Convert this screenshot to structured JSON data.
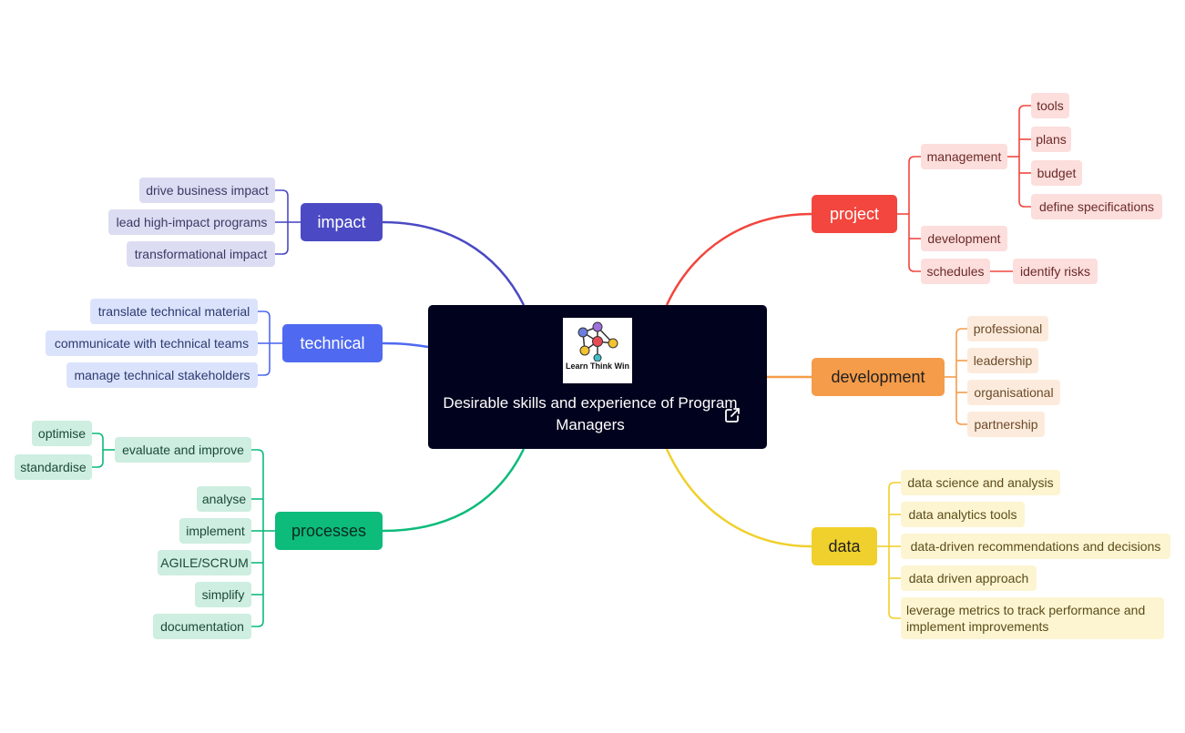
{
  "central": {
    "title": "Desirable skills and experience of Program Managers",
    "logo_text": "Learn Think Win"
  },
  "branches": {
    "impact": {
      "label": "impact",
      "color": "#4b4ac4",
      "children": [
        {
          "label": "drive business impact"
        },
        {
          "label": "lead high-impact programs"
        },
        {
          "label": "transformational impact"
        }
      ]
    },
    "technical": {
      "label": "technical",
      "color": "#4f6af0",
      "children": [
        {
          "label": "translate technical material"
        },
        {
          "label": "communicate with technical teams"
        },
        {
          "label": "manage technical stakeholders"
        }
      ]
    },
    "processes": {
      "label": "processes",
      "color": "#0dbb7b",
      "children": [
        {
          "label": "evaluate and improve",
          "children": [
            {
              "label": "optimise"
            },
            {
              "label": "standardise"
            }
          ]
        },
        {
          "label": "analyse"
        },
        {
          "label": "implement"
        },
        {
          "label": "AGILE/SCRUM"
        },
        {
          "label": "simplify"
        },
        {
          "label": "documentation"
        }
      ]
    },
    "project": {
      "label": "project",
      "color": "#f2463e",
      "children": [
        {
          "label": "management",
          "children": [
            {
              "label": "tools"
            },
            {
              "label": "plans"
            },
            {
              "label": "budget"
            },
            {
              "label": "define specifications"
            }
          ]
        },
        {
          "label": "development"
        },
        {
          "label": "schedules",
          "children": [
            {
              "label": "identify risks"
            }
          ]
        }
      ]
    },
    "development": {
      "label": "development",
      "color": "#f59c4a",
      "children": [
        {
          "label": "professional"
        },
        {
          "label": "leadership"
        },
        {
          "label": "organisational"
        },
        {
          "label": "partnership"
        }
      ]
    },
    "data": {
      "label": "data",
      "color": "#f0d02c",
      "children": [
        {
          "label": "data science and analysis"
        },
        {
          "label": "data analytics tools"
        },
        {
          "label": "data-driven recommendations and decisions"
        },
        {
          "label": "data driven approach"
        },
        {
          "label": "leverage metrics to track performance and implement improvements"
        }
      ]
    }
  }
}
